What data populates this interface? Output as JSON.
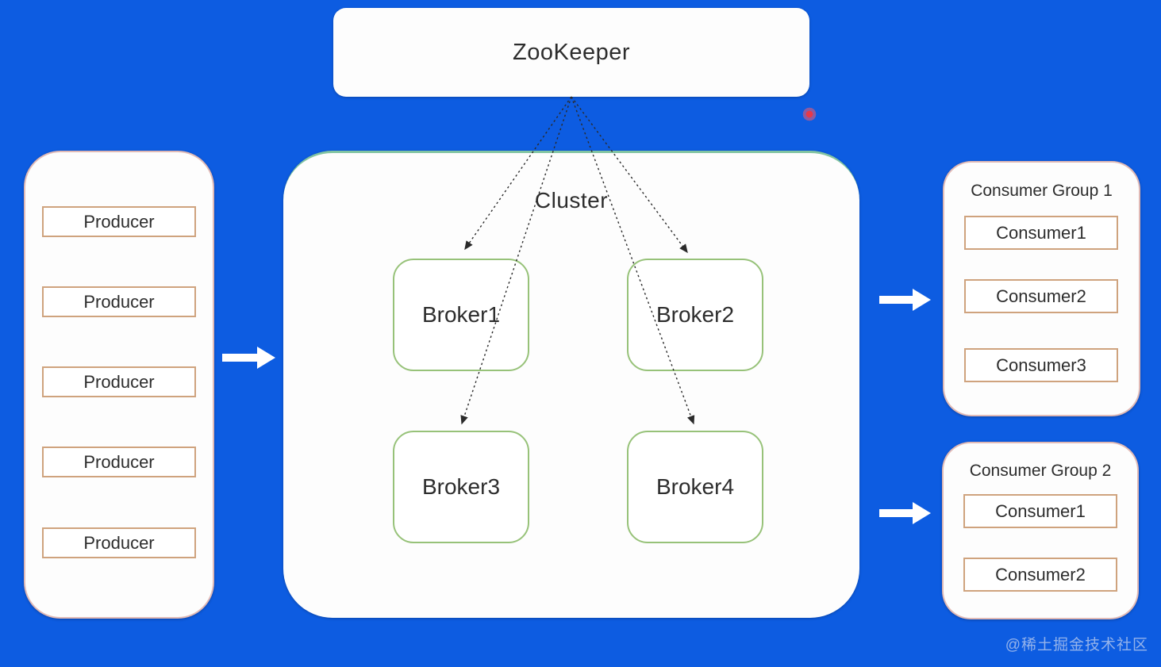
{
  "colors": {
    "background": "#0d5ce1",
    "producer_border": "#cfa37e",
    "consumer_border": "#cfa37e",
    "broker_border": "#97c279",
    "cluster_top_border": "#82c4a2",
    "panel_border": "#be695f",
    "cursor_dot": "#e5394a",
    "dashed_arrow": "#2a2a2a",
    "flow_arrow": "#ffffff"
  },
  "zookeeper": {
    "label": "ZooKeeper"
  },
  "cluster": {
    "label": "Cluster",
    "brokers": [
      "Broker1",
      "Broker2",
      "Broker3",
      "Broker4"
    ]
  },
  "producers": {
    "items": [
      "Producer",
      "Producer",
      "Producer",
      "Producer",
      "Producer"
    ]
  },
  "consumer_groups": [
    {
      "title": "Consumer Group 1",
      "consumers": [
        "Consumer1",
        "Consumer2",
        "Consumer3"
      ]
    },
    {
      "title": "Consumer Group 2",
      "consumers": [
        "Consumer1",
        "Consumer2"
      ]
    }
  ],
  "watermark": {
    "text": "@稀土掘金技术社区"
  }
}
